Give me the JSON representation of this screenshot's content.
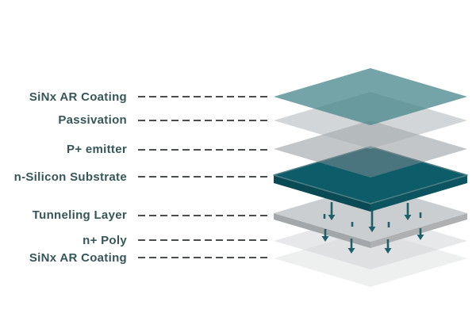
{
  "page": {
    "background": "#ffffff"
  },
  "diagram": {
    "text_color": "#36565a",
    "dash_color": "#4a4e4e",
    "arrow_color": "#1d6069",
    "layers": [
      {
        "id": "sinx-ar-top",
        "label": "SiNx AR Coating",
        "face_color": "#74a4a8",
        "fill": "#46868b"
      },
      {
        "id": "passivation",
        "label": "Passivation",
        "face_color": "#d3d6d8",
        "fill": "#a7adb1"
      },
      {
        "id": "p-plus-emitter",
        "label": "P+ emitter",
        "face_color": "#c3c6c9",
        "fill": "#878d93"
      },
      {
        "id": "n-silicon-substrate",
        "label": "n-Silicon Substrate",
        "face_color": "#0c5d69",
        "fill": "#0c5d69",
        "side_left": "#0a4a55",
        "side_right": "#0b5460",
        "edge_highlight": "#517e85"
      },
      {
        "id": "tunneling-layer",
        "label": "Tunneling Layer",
        "face_color": "#cbced0",
        "fill": "#cbced0",
        "side_left": "#a4a7a9",
        "side_right": "#aeb0b2"
      },
      {
        "id": "n-plus-poly",
        "label": "n+ Poly",
        "face_color": "#e7e8e9",
        "fill": "#cfd2d3"
      },
      {
        "id": "sinx-ar-bottom",
        "label": "SiNx AR Coating",
        "face_color": "#eeeff0",
        "fill": "#d9dbdc"
      }
    ],
    "arrows": {
      "semantic": "downward-flow-arrows",
      "direction": "down",
      "color": "#1d6069",
      "long_count": 7,
      "tick_count": 4
    }
  }
}
